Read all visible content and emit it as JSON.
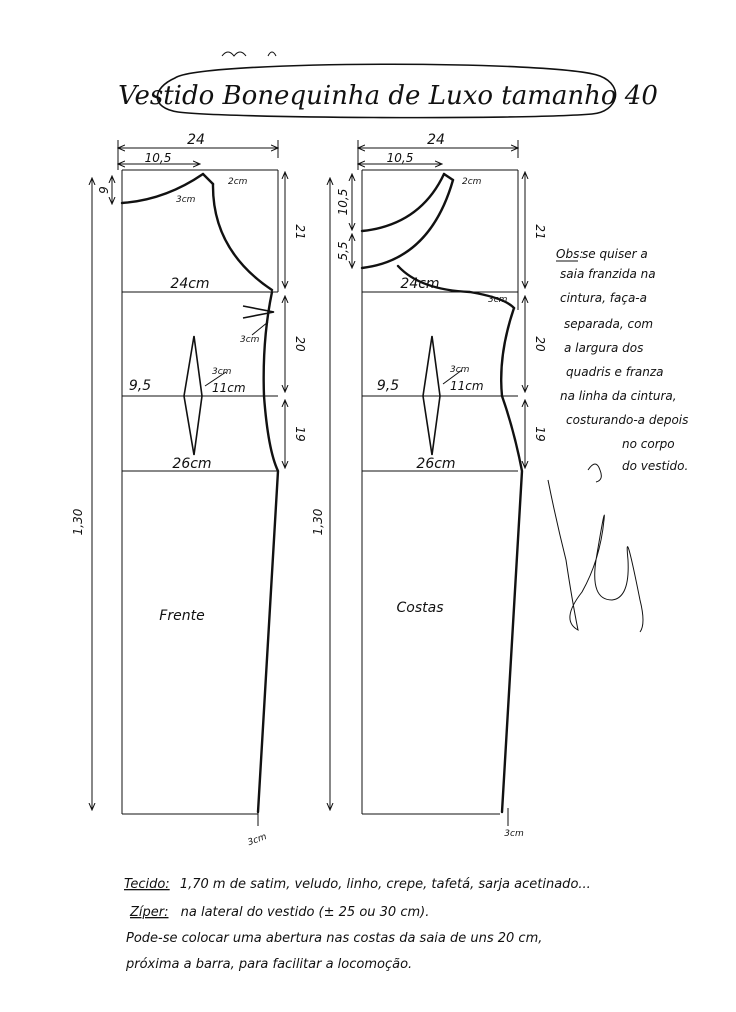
{
  "title": "Vestido Bonequinha de Luxo tamanho 40",
  "front": {
    "name": "Frente",
    "width_top": "24",
    "neck_width": "10,5",
    "neck_depth": "9",
    "shoulder_drop": "2cm",
    "neck_mark": "3cm",
    "bust_line": "24cm",
    "dart_side": "3cm",
    "length_top": "21",
    "length_mid": "20",
    "length_hip": "19",
    "waist_offset": "9,5",
    "dart_width": "3cm",
    "dart_height": "11cm",
    "hip_line": "26cm",
    "total_length": "1,30",
    "hem_mark": "3cm"
  },
  "back": {
    "name": "Costas",
    "width_top": "24",
    "neck_width": "10,5",
    "neck_depth": "10,5",
    "neck_depth_2": "5,5",
    "shoulder_drop": "2cm",
    "bust_line": "24cm",
    "armhole_mark": "3cm",
    "length_top": "21",
    "length_mid": "20",
    "length_hip": "19",
    "waist_offset": "9,5",
    "dart_width": "3cm",
    "dart_height": "11cm",
    "hip_line": "26cm",
    "total_length": "1,30",
    "hem_mark": "3cm"
  },
  "obs": {
    "label": "Obs:",
    "lines": [
      "se quiser a",
      "saia franzida na",
      "cintura, faça-a",
      "separada, com",
      "a largura dos",
      "quadris e franza",
      "na linha da cintura,",
      "costurando-a depois",
      "no corpo",
      "do vestido."
    ]
  },
  "footer": {
    "tecido_label": "Tecido:",
    "tecido_text": "1,70 m de satim, veludo, linho, crepe, tafetá, sarja acetinado...",
    "ziper_label": "Zíper:",
    "ziper_text": "na lateral do vestido (± 25 ou 30 cm).",
    "line3": "Pode-se colocar uma abertura nas costas da saia de uns 20 cm,",
    "line4": "próxima a barra, para facilitar a locomoção."
  }
}
